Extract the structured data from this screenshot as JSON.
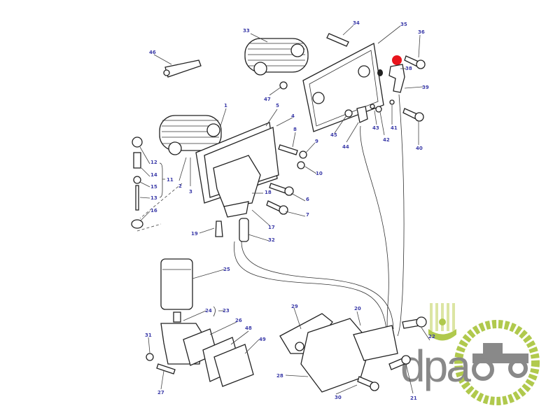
{
  "diagram": {
    "type": "exploded parts diagram - oil cooler and filter assembly",
    "callouts": [
      "1",
      "2",
      "3",
      "4",
      "5",
      "6",
      "7",
      "8",
      "9",
      "10",
      "11",
      "12",
      "13",
      "14",
      "15",
      "16",
      "17",
      "18",
      "19",
      "20",
      "21",
      "22",
      "23",
      "24",
      "25",
      "26",
      "27",
      "28",
      "29",
      "30",
      "31",
      "32",
      "33",
      "34",
      "35",
      "36",
      "38",
      "39",
      "40",
      "41",
      "42",
      "43",
      "44",
      "45",
      "46",
      "47",
      "48",
      "49"
    ],
    "highlight_color": "#e8141c",
    "callout_color": "#3a3aa8"
  },
  "logo": {
    "text": "dpa",
    "green": "#a8c43a",
    "gray": "#7d7d7d"
  }
}
